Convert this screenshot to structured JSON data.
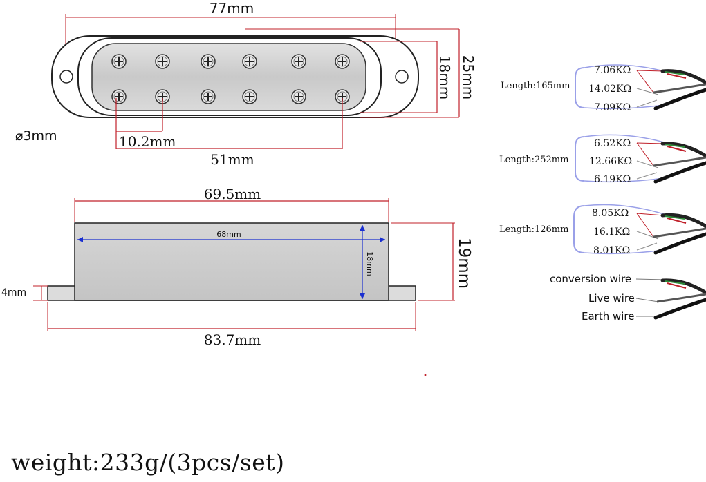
{
  "top_view": {
    "length_label": "77mm",
    "width_outer_label": "25mm",
    "width_inner_label": "18mm",
    "hole_label": "⌀3mm",
    "pole_spacing_label": "10.2mm",
    "pole_span_label": "51mm",
    "pole_count": 12
  },
  "side_view": {
    "top_length_label": "69.5mm",
    "inner_length_label": "68mm",
    "inner_height_label": "18mm",
    "height_label": "19mm",
    "base_thickness_label": "4mm",
    "base_length_label": "83.7mm"
  },
  "wiring": {
    "pickups": [
      {
        "length_label": "Length:165mm",
        "resistances": [
          "7.06KΩ",
          "14.02KΩ",
          "7.09KΩ"
        ]
      },
      {
        "length_label": "Length:252mm",
        "resistances": [
          "6.52KΩ",
          "12.66KΩ",
          "6.19KΩ"
        ]
      },
      {
        "length_label": "Length:126mm",
        "resistances": [
          "8.05KΩ",
          "16.1KΩ",
          "8.01KΩ"
        ]
      }
    ],
    "legend": [
      "conversion wire",
      "Live wire",
      "Earth wire"
    ]
  },
  "weight_label": "weight:233g/(3pcs/set)",
  "colors": {
    "dimension": "#c0202a",
    "blue_dim": "#1a2fd0",
    "bracket": "#9aa0e8",
    "outline": "#333333"
  }
}
